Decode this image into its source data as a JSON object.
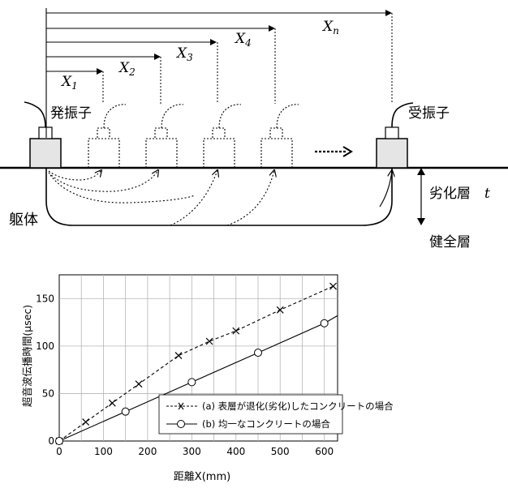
{
  "diagram": {
    "labels": {
      "transmitter": "発振子",
      "receiver": "受振子",
      "body": "躯体",
      "degraded_layer": "劣化層",
      "degraded_symbol": "t",
      "sound_layer": "健全層"
    },
    "distances": [
      "X1",
      "X2",
      "X3",
      "X4",
      "Xn"
    ]
  },
  "chart_data": {
    "type": "line",
    "xlabel": "距離X(mm)",
    "ylabel": "超音波伝播時間(μsec)",
    "xlim": [
      0,
      630
    ],
    "ylim": [
      0,
      175
    ],
    "xticks": [
      0,
      100,
      200,
      300,
      400,
      500,
      600
    ],
    "yticks": [
      0,
      50,
      100,
      150
    ],
    "grid": true,
    "legend_position": "bottom-right",
    "series": [
      {
        "name": "(a) 表層が退化(劣化)したコンクリートの場合",
        "style": "dashed",
        "marker": "x",
        "points": [
          [
            0,
            0
          ],
          [
            60,
            20
          ],
          [
            120,
            40
          ],
          [
            180,
            60
          ],
          [
            270,
            90
          ],
          [
            340,
            105
          ],
          [
            400,
            116
          ],
          [
            500,
            138
          ],
          [
            620,
            163
          ]
        ]
      },
      {
        "name": "(b) 均一なコンクリートの場合",
        "style": "solid",
        "marker": "o",
        "points": [
          [
            0,
            0
          ],
          [
            150,
            31
          ],
          [
            300,
            62
          ],
          [
            450,
            93
          ],
          [
            600,
            124
          ]
        ],
        "line_extends_to": [
          630,
          132
        ]
      }
    ]
  }
}
